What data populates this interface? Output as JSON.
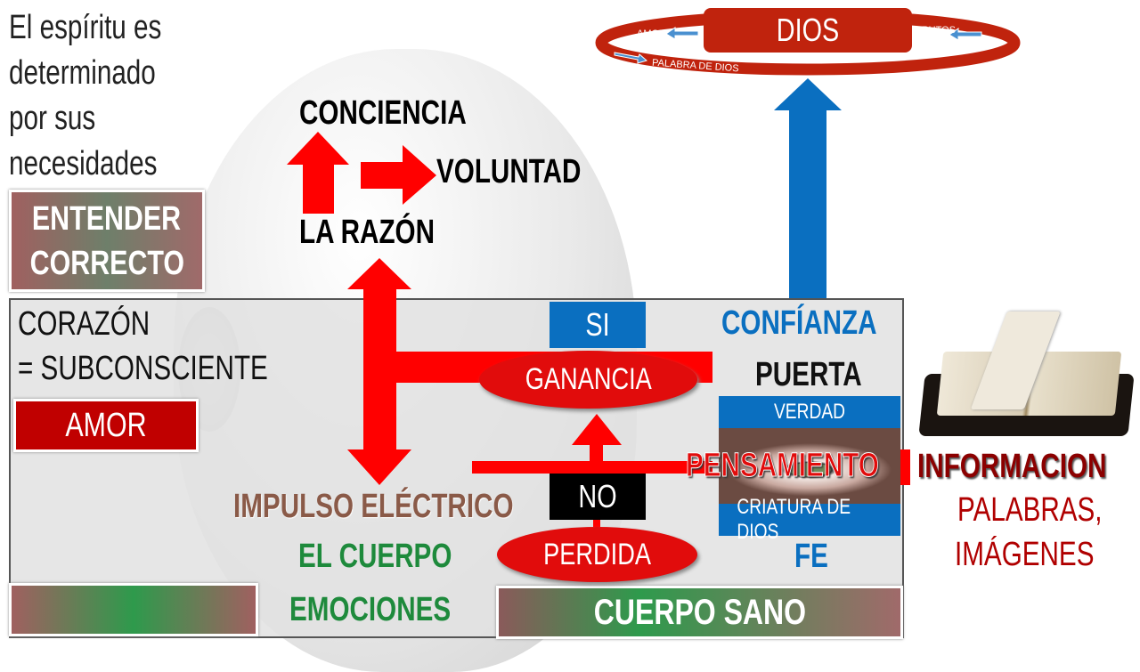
{
  "intro": "El espíritu es determinado por sus necesidades",
  "intro_lines": [
    "El espíritu es",
    "determinado",
    "por sus",
    "necesidades"
  ],
  "dios": {
    "title": "DIOS",
    "amor": "AMOR",
    "frutos": "FRUTOS",
    "palabra": "PALABRA DE DIOS"
  },
  "mind": {
    "conciencia": "CONCIENCIA",
    "voluntad": "VOLUNTAD",
    "razon": "LA RAZÓN"
  },
  "left": {
    "entender": "ENTENDER",
    "correcto": "CORRECTO",
    "corazon": "CORAZÓN",
    "subconsciente": "= SUBCONSCIENTE",
    "amor": "AMOR"
  },
  "body": {
    "impulso": "IMPULSO ELÉCTRICO",
    "cuerpo": "EL CUERPO",
    "emociones": "EMOCIONES",
    "cuerpo_sano": "CUERPO SANO"
  },
  "decision": {
    "si": "SI",
    "ganancia": "GANANCIA",
    "no": "NO",
    "perdida": "PERDIDA"
  },
  "right": {
    "confianza": "CONFÍANZA",
    "puerta": "PUERTA",
    "verdad": "VERDAD",
    "pensamiento": "PENSAMIENTO",
    "criatura": "CRIATURA DE DIOS",
    "fe": "FE"
  },
  "info": {
    "informacion": "INFORMACION",
    "palabras": "PALABRAS,",
    "imagenes": "IMÁGENES"
  },
  "colors": {
    "red": "#e10c0c",
    "blue": "#0070c0",
    "dios_red": "#c0230d",
    "green": "#1e8a3c",
    "brown": "#8a5a48"
  }
}
